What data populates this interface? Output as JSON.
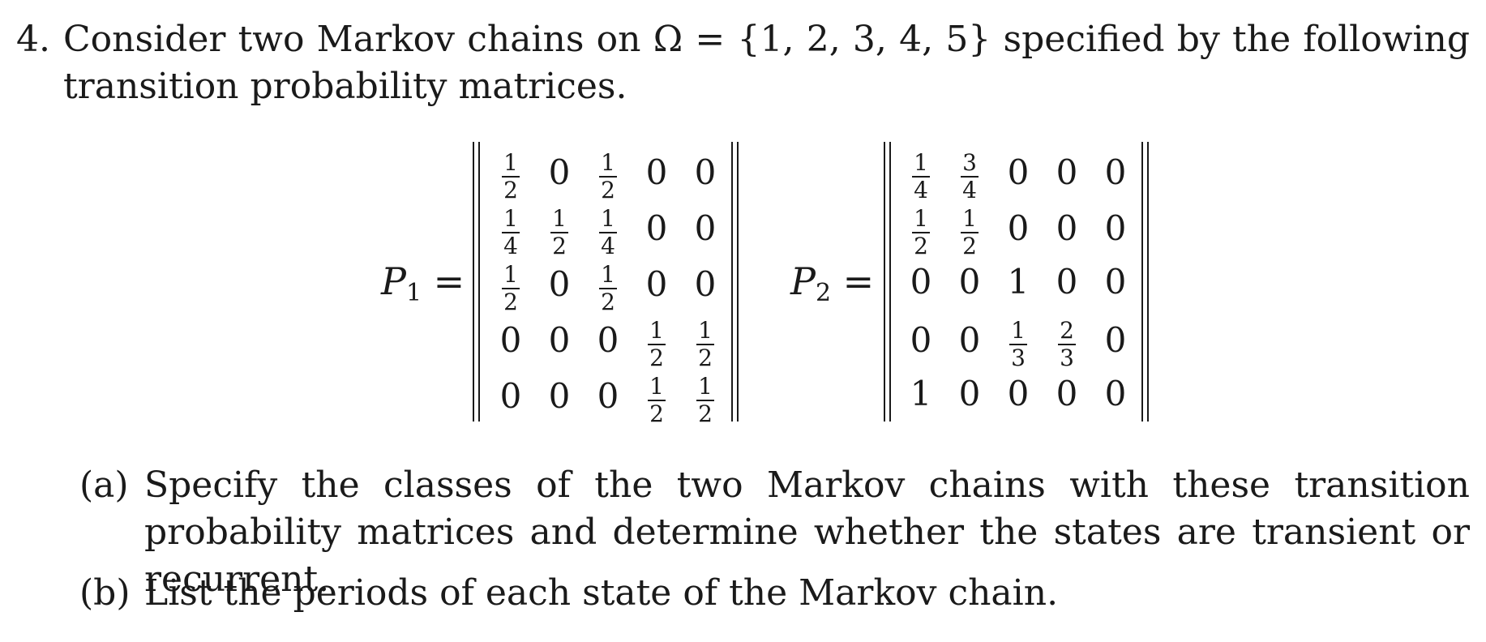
{
  "problem": {
    "number": "4.",
    "intro": "Consider two Markov chains on Ω = {1, 2, 3, 4, 5} specified by the following transition probability matrices."
  },
  "matrices": [
    {
      "label_main": "P",
      "label_sub": "1",
      "equals": "=",
      "rows": [
        [
          "1/2",
          "0",
          "1/2",
          "0",
          "0"
        ],
        [
          "1/4",
          "1/2",
          "1/4",
          "0",
          "0"
        ],
        [
          "1/2",
          "0",
          "1/2",
          "0",
          "0"
        ],
        [
          "0",
          "0",
          "0",
          "1/2",
          "1/2"
        ],
        [
          "0",
          "0",
          "0",
          "1/2",
          "1/2"
        ]
      ]
    },
    {
      "label_main": "P",
      "label_sub": "2",
      "equals": "=",
      "rows": [
        [
          "1/4",
          "3/4",
          "0",
          "0",
          "0"
        ],
        [
          "1/2",
          "1/2",
          "0",
          "0",
          "0"
        ],
        [
          "0",
          "0",
          "1",
          "0",
          "0"
        ],
        [
          "0",
          "0",
          "1/3",
          "2/3",
          "0"
        ],
        [
          "1",
          "0",
          "0",
          "0",
          "0"
        ]
      ]
    }
  ],
  "parts": [
    {
      "tag": "(a)",
      "text": "Specify the classes of the two Markov chains with these transition probability matrices and determine whether the states are transient or recurrent."
    },
    {
      "tag": "(b)",
      "text": "List the periods of each state of the Markov chain."
    }
  ]
}
